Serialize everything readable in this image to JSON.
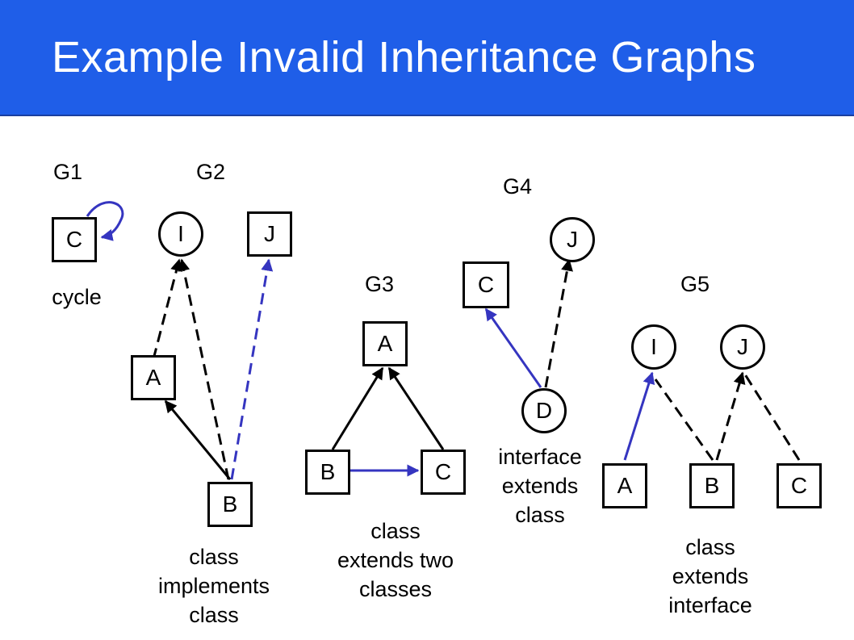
{
  "slide": {
    "title": "Example Invalid Inheritance Graphs",
    "accent_color": "#1f5ee8",
    "edge_blue": "#3535c0"
  },
  "graphs": {
    "g1": {
      "label": "G1",
      "nodes": {
        "c": "C"
      },
      "caption": [
        "cycle"
      ]
    },
    "g2": {
      "label": "G2",
      "nodes": {
        "i": "I",
        "j": "J",
        "a": "A",
        "b": "B"
      },
      "caption": [
        "class",
        "implements",
        "class"
      ]
    },
    "g3": {
      "label": "G3",
      "nodes": {
        "a": "A",
        "b": "B",
        "c": "C"
      },
      "caption": [
        "class",
        "extends two",
        "classes"
      ]
    },
    "g4": {
      "label": "G4",
      "nodes": {
        "j": "J",
        "c": "C",
        "d": "D"
      },
      "caption": [
        "interface",
        "extends",
        "class"
      ]
    },
    "g5": {
      "label": "G5",
      "nodes": {
        "i": "I",
        "j": "J",
        "a": "A",
        "b": "B",
        "c": "C"
      },
      "caption": [
        "class",
        "extends",
        "interface"
      ]
    }
  }
}
